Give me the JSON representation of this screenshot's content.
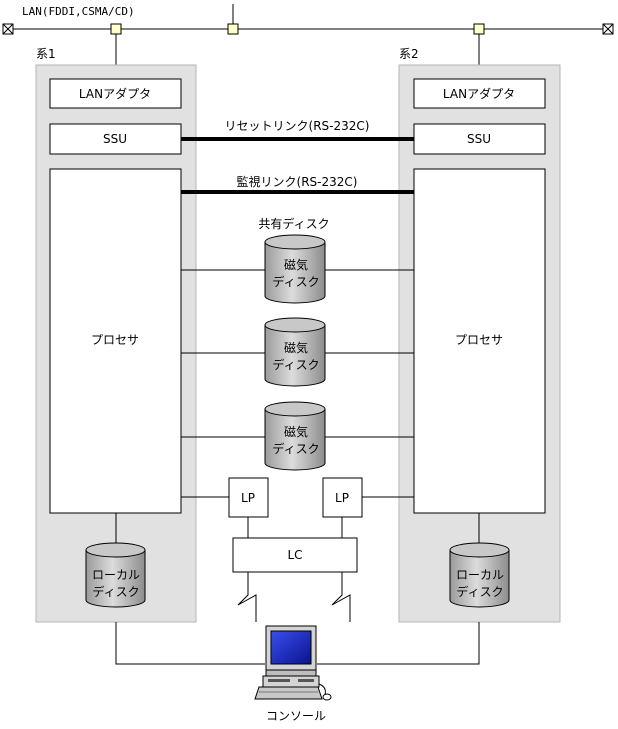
{
  "lan": {
    "label": "LAN(FDDI,CSMA/CD)"
  },
  "systems": [
    {
      "label": "系1",
      "lan_adapter": "LANアダプタ",
      "ssu": "SSU",
      "processor": "プロセサ",
      "local_disk": [
        "ローカル",
        "ディスク"
      ]
    },
    {
      "label": "系2",
      "lan_adapter": "LANアダプタ",
      "ssu": "SSU",
      "processor": "プロセサ",
      "local_disk": [
        "ローカル",
        "ディスク"
      ]
    }
  ],
  "links": {
    "reset": "リセットリンク(RS-232C)",
    "monitor": "監視リンク(RS-232C)"
  },
  "shared_disk": {
    "title": "共有ディスク",
    "disks": [
      [
        "磁気",
        "ディスク"
      ],
      [
        "磁気",
        "ディスク"
      ],
      [
        "磁気",
        "ディスク"
      ]
    ]
  },
  "lp_left": "LP",
  "lp_right": "LP",
  "lc": "LC",
  "console": "コンソール",
  "colors": {
    "system_bg": "#e1e1e1",
    "disk_fill": "#c8c8c8",
    "lan_node": "#ffffcc",
    "screen": "#1f2fd0"
  }
}
